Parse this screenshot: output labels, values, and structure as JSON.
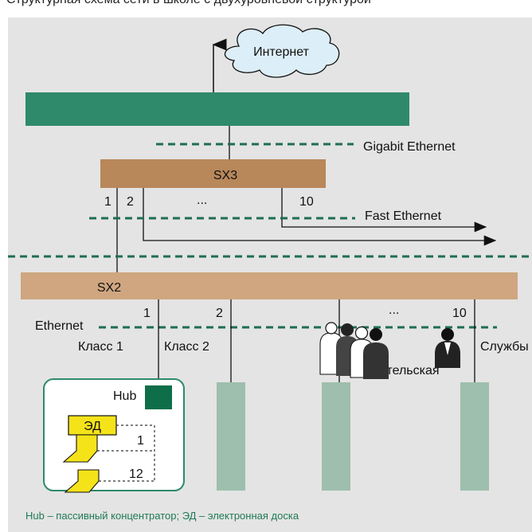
{
  "header": {
    "partial_text": "Структурная схема сети в школе с двухуровневой структурой"
  },
  "colors": {
    "panel_bg": "#e4e4e4",
    "core_switch": "#2e8a6b",
    "sx_switch": "#b8875a",
    "sx2_switch": "#cfa680",
    "dashed_line": "#1f6e52",
    "column": "#9ebfad",
    "hub": "#0e6e4a",
    "board": "#f5e31a",
    "cloud": "#dceef8"
  },
  "cloud": {
    "label": "Интернет"
  },
  "networks": {
    "gigabit": "Gigabit Ethernet",
    "fast": "Fast Ethernet",
    "ethernet": "Ethernet"
  },
  "sx3": {
    "label": "SX3",
    "ports": [
      "1",
      "2",
      "...",
      "10"
    ]
  },
  "sx2": {
    "label": "SX2",
    "ports": [
      "1",
      "2",
      "...",
      "10"
    ]
  },
  "segments": {
    "class1": "Класс 1",
    "class2": "Класс 2",
    "teachers": "Учительская",
    "services": "Службы"
  },
  "hub_box": {
    "hub_label": "Hub",
    "board_label": "ЭД",
    "board_num_1": "1",
    "board_num_2": "12"
  },
  "legend": "Hub – пассивный концентратор; ЭД – электронная доска"
}
